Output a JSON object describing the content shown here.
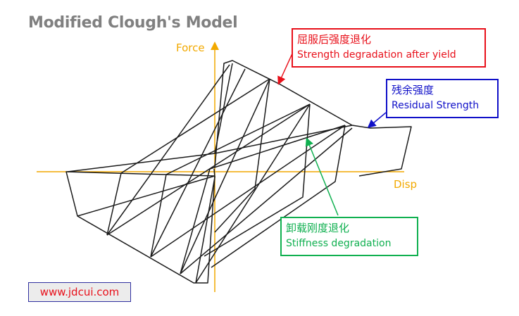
{
  "title": "Modified Clough's Model",
  "axes": {
    "y_label": "Force",
    "x_label": "Disp",
    "color": "#f2a900"
  },
  "callouts": {
    "strength": {
      "cn": "屈服后强度退化",
      "en": "Strength degradation after yield",
      "color": "#e8101a"
    },
    "residual": {
      "cn": "残余强度",
      "en": "Residual Strength",
      "color": "#1010c8"
    },
    "stiffness": {
      "cn": "卸载刚度退化",
      "en": "Stiffness degradation",
      "color": "#10b050"
    }
  },
  "watermark": "www.jdcui.com"
}
